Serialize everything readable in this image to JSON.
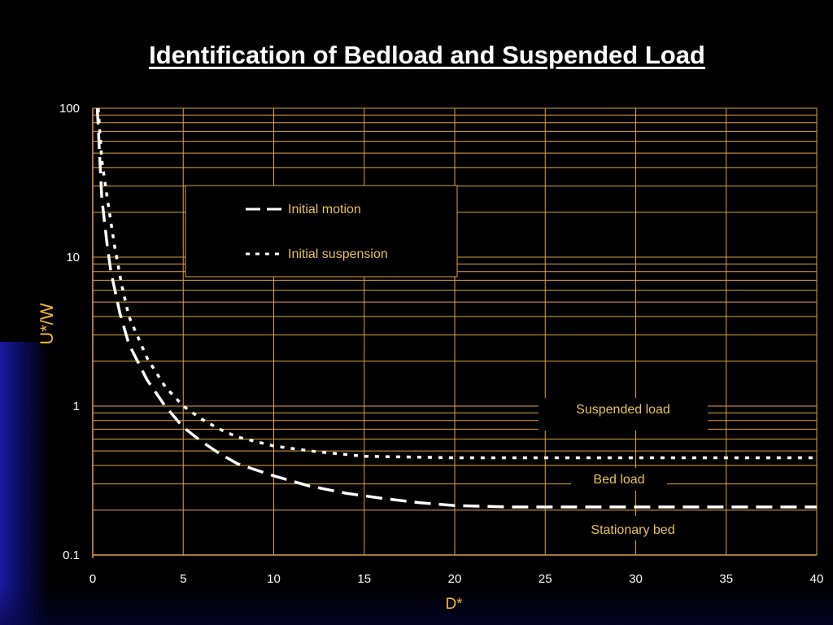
{
  "colors": {
    "background": "#000000",
    "grid": "#d9a441",
    "axis_label": "#f2b735",
    "label_text": "#e6c35a",
    "curve": "#ffffff",
    "side_accent": "#1a1aa0"
  },
  "chart_data": {
    "type": "line",
    "title": "Identification of Bedload and Suspended Load",
    "xlabel": "D*",
    "ylabel": "U*/W",
    "xlim": [
      0,
      40
    ],
    "ylim": [
      0.1,
      100
    ],
    "yscale": "log",
    "grid": true,
    "x_ticks": [
      "0",
      "5",
      "10",
      "15",
      "20",
      "25",
      "30",
      "35",
      "40"
    ],
    "y_ticks": [
      "0.1",
      "1",
      "10",
      "100"
    ],
    "legend": {
      "placement": "upper-left",
      "entries": [
        "Initial motion",
        "Initial suspension"
      ]
    },
    "series": [
      {
        "name": "Initial motion",
        "style": "long-dash",
        "x": [
          0.25,
          0.5,
          0.8,
          1.0,
          1.5,
          2.0,
          3.0,
          4.0,
          5.0,
          6.0,
          7.0,
          8.0,
          10.0,
          12.0,
          14.0,
          16.0,
          18.0,
          20.0,
          23.0,
          26.0,
          30.0,
          35.0,
          40.0
        ],
        "y": [
          100,
          25,
          12,
          8,
          4.2,
          2.6,
          1.5,
          1.0,
          0.72,
          0.58,
          0.48,
          0.41,
          0.34,
          0.29,
          0.26,
          0.24,
          0.225,
          0.215,
          0.21,
          0.21,
          0.21,
          0.21,
          0.21
        ]
      },
      {
        "name": "Initial suspension",
        "style": "short-dash",
        "x": [
          0.3,
          0.5,
          0.8,
          1.2,
          1.6,
          2.0,
          3.0,
          4.0,
          5.0,
          6.0,
          7.0,
          8.0,
          10.0,
          12.0,
          15.0,
          20.0,
          25.0,
          30.0,
          35.0,
          40.0
        ],
        "y": [
          100,
          45,
          25,
          12,
          6.5,
          4.0,
          2.1,
          1.35,
          1.0,
          0.82,
          0.7,
          0.62,
          0.54,
          0.5,
          0.46,
          0.45,
          0.45,
          0.45,
          0.45,
          0.45
        ]
      }
    ],
    "annotations": [
      {
        "text": "Suspended load",
        "x": 29,
        "y": 1.0
      },
      {
        "text": "Bed load",
        "x": 29,
        "y": 0.3
      },
      {
        "text": "Stationary bed",
        "x": 29.5,
        "y": 0.135
      }
    ]
  }
}
